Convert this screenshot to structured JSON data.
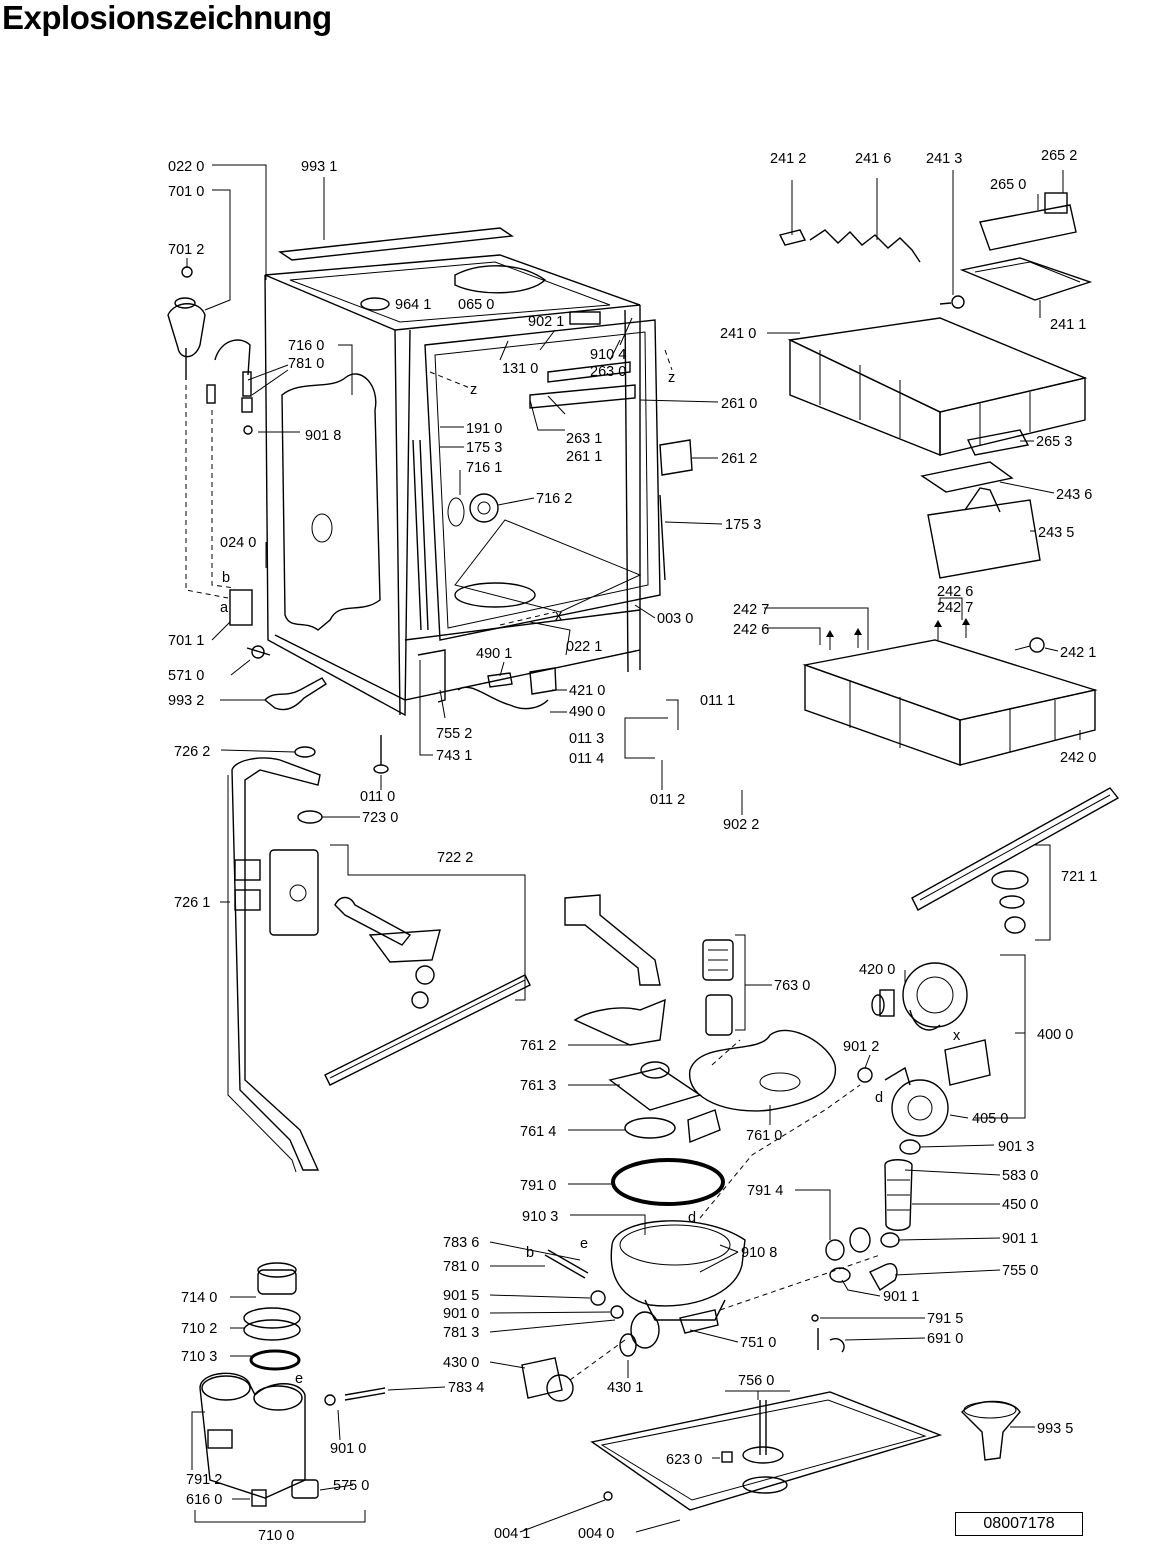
{
  "title": "Explosionszeichnung",
  "doc_number": "08007178",
  "labels": [
    "022 0",
    "701 0",
    "993 1",
    "701 2",
    "964 1",
    "065 0",
    "902 1",
    "910 4",
    "263 0",
    "716 0",
    "781 0",
    "131 0",
    "901 8",
    "191 0",
    "175 3",
    "263 1",
    "261 1",
    "716 1",
    "716 2",
    "261 0",
    "261 2",
    "175 3",
    "024 0",
    "003 0",
    "701 1",
    "022 1",
    "571 0",
    "490 1",
    "421 0",
    "490 0",
    "993 2",
    "755 2",
    "743 1",
    "011 1",
    "011 3",
    "011 4",
    "011 2",
    "902 2",
    "726 2",
    "011 0",
    "723 0",
    "722 2",
    "726 1",
    "241 2",
    "241 6",
    "241 3",
    "265 2",
    "265 0",
    "241 0",
    "241 1",
    "265 3",
    "243 6",
    "243 5",
    "242 6",
    "242 7",
    "242 7",
    "242 6",
    "242 1",
    "242 0",
    "721 1",
    "763 0",
    "420 0",
    "400 0",
    "761 2",
    "901 2",
    "761 3",
    "405 0",
    "761 4",
    "761 0",
    "901 3",
    "791 0",
    "583 0",
    "791 4",
    "450 0",
    "910 3",
    "783 6",
    "910 8",
    "901 1",
    "781 0",
    "755 0",
    "901 5",
    "901 1",
    "901 0",
    "791 5",
    "781 3",
    "751 0",
    "691 0",
    "714 0",
    "710 2",
    "710 3",
    "430 0",
    "430 1",
    "783 4",
    "756 0",
    "901 0",
    "993 5",
    "623 0",
    "791 2",
    "575 0",
    "616 0",
    "004 1",
    "004 0",
    "710 0"
  ],
  "letters": [
    "z",
    "z",
    "x",
    "x",
    "a",
    "b",
    "d",
    "d",
    "e",
    "e",
    "b"
  ]
}
